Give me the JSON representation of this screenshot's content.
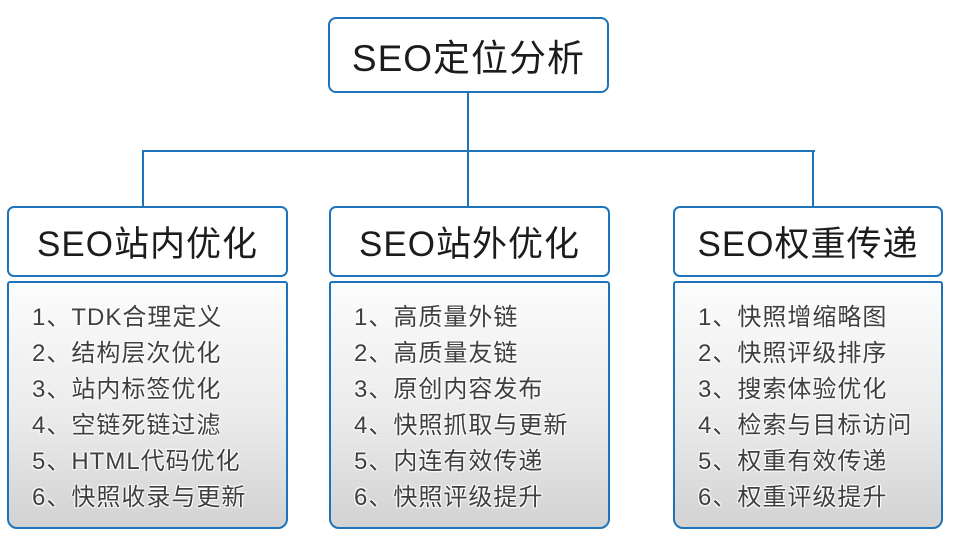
{
  "diagram": {
    "root_label": "SEO定位分析",
    "columns": [
      {
        "title": "SEO站内优化",
        "items": [
          "1、TDK合理定义",
          "2、结构层次优化",
          "3、站内标签优化",
          "4、空链死链过滤",
          "5、HTML代码优化",
          "6、快照收录与更新"
        ]
      },
      {
        "title": "SEO站外优化",
        "items": [
          "1、高质量外链",
          "2、高质量友链",
          "3、原创内容发布",
          "4、快照抓取与更新",
          "5、内连有效传递",
          "6、快照评级提升"
        ]
      },
      {
        "title": "SEO权重传递",
        "items": [
          "1、快照增缩略图",
          "2、快照评级排序",
          "3、搜索体验优化",
          "4、检索与目标访问",
          "5、权重有效传递",
          "6、权重评级提升"
        ]
      }
    ]
  },
  "colors": {
    "connector_blue": "#1e74ba",
    "box_border_blue": "#1e74ba",
    "panel_gradient_top": "#fbfcfb",
    "panel_gradient_bottom": "#d2d2d2",
    "header_text": "#1c1c1c",
    "list_text": "#3f3f3f"
  }
}
